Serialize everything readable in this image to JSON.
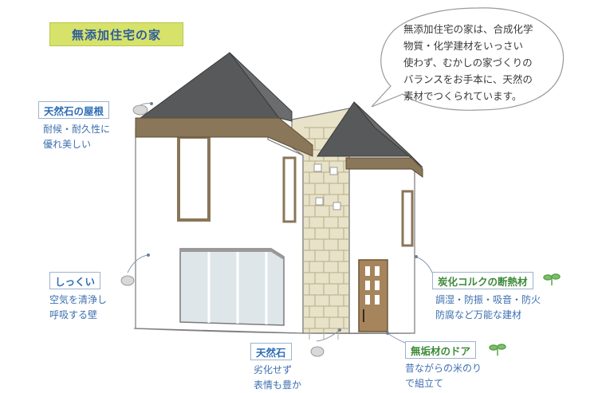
{
  "title": "無添加住宅の家",
  "bubble": {
    "lines": [
      "無添加住宅の家は、合成化学",
      "物質・化学建材をいっさい",
      "使わず、むかしの家づくりの",
      "バランスをお手本に、天然の",
      "素材でつくられています。"
    ]
  },
  "callouts": [
    {
      "id": "roof",
      "label": "天然石の屋根",
      "desc": [
        "耐候・耐久性に",
        "優れ美しい"
      ]
    },
    {
      "id": "wall",
      "label": "しっくい",
      "desc": [
        "空気を清浄し",
        "呼吸する壁"
      ]
    },
    {
      "id": "stone",
      "label": "天然石",
      "desc": [
        "劣化せず",
        "表情も豊か"
      ]
    },
    {
      "id": "cork",
      "label": "炭化コルクの断熱材",
      "desc": [
        "調湿・防振・吸音・防火",
        "防腐など万能な建材"
      ]
    },
    {
      "id": "door",
      "label": "無垢材のドア",
      "desc": [
        "昔ながらの米のり",
        "で組立て"
      ]
    }
  ],
  "colors": {
    "roof": "#58595b",
    "eave": "#8a7658",
    "wall": "#ffffff",
    "stone": "#e8e2c8",
    "door": "#a6845c",
    "badge": "#d6e26a",
    "label_text": "#2f6db5",
    "label_green": "#3e8a3a"
  }
}
